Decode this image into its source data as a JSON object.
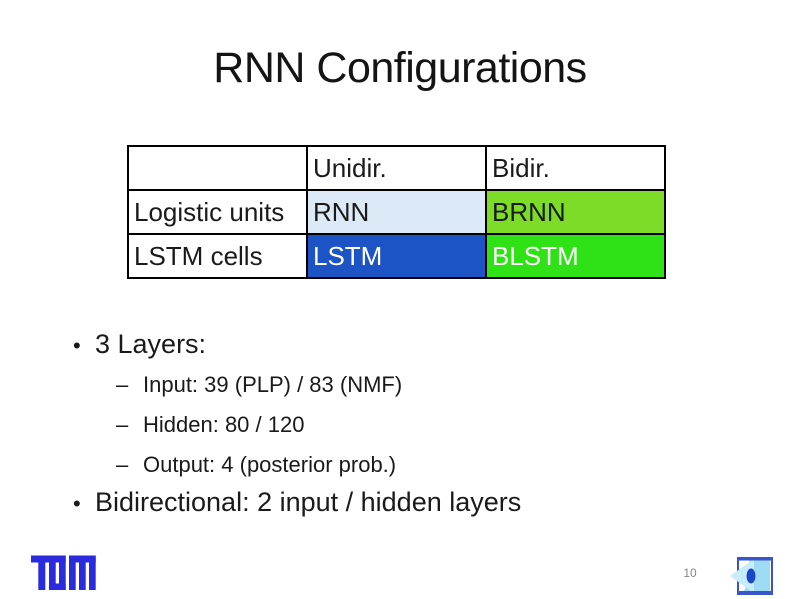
{
  "title": "RNN Configurations",
  "table": {
    "header": [
      "",
      "Unidir.",
      "Bidir."
    ],
    "rows": [
      {
        "label": "Logistic units",
        "cells": [
          {
            "text": "RNN",
            "bg": "#DCE9F6",
            "fg": "#1A1A1A"
          },
          {
            "text": "BRNN",
            "bg": "#7CDC28",
            "fg": "#1A1A1A"
          }
        ]
      },
      {
        "label": "LSTM cells",
        "cells": [
          {
            "text": "LSTM",
            "bg": "#1C54C6",
            "fg": "#FFFFFF"
          },
          {
            "text": "BLSTM",
            "bg": "#2FE215",
            "fg": "#FFFFFF"
          }
        ]
      }
    ],
    "border_color": "#000000"
  },
  "bullets": [
    {
      "marker": "•",
      "text": "3 Layers:"
    },
    {
      "marker": "–",
      "text": "Input: 39 (PLP) / 83 (NMF)"
    },
    {
      "marker": "–",
      "text": "Hidden: 80 / 120"
    },
    {
      "marker": "–",
      "text": "Output: 4 (posterior prob.)"
    },
    {
      "marker": "•",
      "text": "Bidirectional: 2 input / hidden layers"
    }
  ],
  "footer": {
    "page_number": "10",
    "tum_logo_color": "#2B2BDE",
    "corner_logo_colors": {
      "outline": "#3A55CC",
      "sky": "#9EDCF6",
      "pale": "#C9ECFA",
      "dark": "#1A46C8"
    }
  }
}
